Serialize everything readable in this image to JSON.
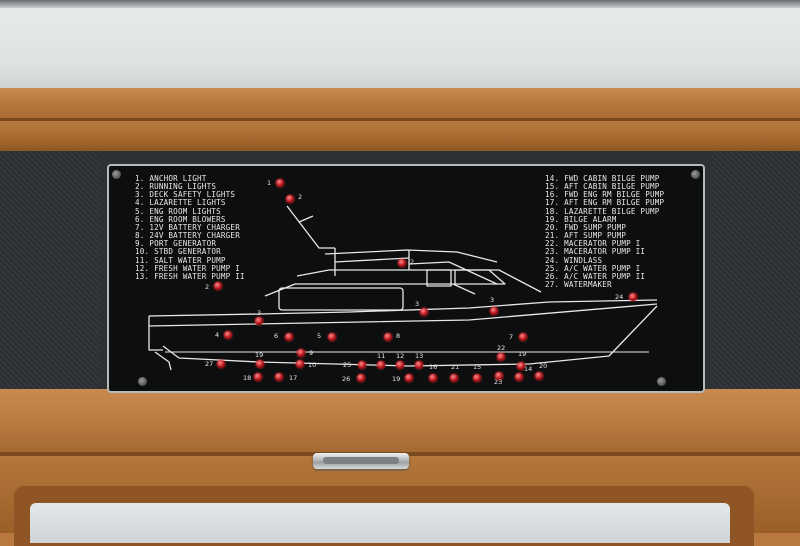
{
  "panel": {
    "legend_left": [
      "1. ANCHOR LIGHT",
      "2. RUNNING LIGHTS",
      "3. DECK SAFETY LIGHTS",
      "4. LAZARETTE LIGHTS",
      "5. ENG ROOM LIGHTS",
      "6. ENG ROOM BLOWERS",
      "7. 12V BATTERY CHARGER",
      "8. 24V BATTERY CHARGER",
      "9. PORT GENERATOR",
      "10. STBD GENERATOR",
      "11. SALT WATER PUMP",
      "12. FRESH WATER PUMP I",
      "13. FRESH WATER PUMP II"
    ],
    "legend_right": [
      "14. FWD CABIN BILGE PUMP",
      "15. AFT CABIN BILGE PUMP",
      "16. FWD ENG RM BILGE PUMP",
      "17. AFT ENG RM BILGE PUMP",
      "18. LAZARETTE BILGE PUMP",
      "19. BILGE ALARM",
      "20. FWD SUMP PUMP",
      "21. AFT SUMP PUMP",
      "22. MACERATOR PUMP I",
      "23. MACERATOR PUMP II",
      "24. WINDLASS",
      "25. A/C WATER PUMP I",
      "26. A/C WATER PUMP II",
      "27. WATERMAKER"
    ],
    "diagram_labels": {
      "l1": "1",
      "l2a": "2",
      "l2b": "2",
      "l2c": "2",
      "l3a": "3",
      "l3b": "3",
      "l3c": "3",
      "l4": "4",
      "l5": "5",
      "l6": "6",
      "l7": "7",
      "l8": "8",
      "l9": "9",
      "l10": "10",
      "l11": "11",
      "l12": "12",
      "l13": "13",
      "l14": "14",
      "l15": "15",
      "l16": "16",
      "l17": "17",
      "l18": "18",
      "l19a": "19",
      "l19b": "19",
      "l19c": "19",
      "l20": "20",
      "l21": "21",
      "l22": "22",
      "l23": "23",
      "l24": "24",
      "l25": "25",
      "l26": "26",
      "l27": "27"
    },
    "indicator_color": "#d0141c",
    "plate_color": "#0d0e0f",
    "line_color": "#e8e8e8"
  }
}
